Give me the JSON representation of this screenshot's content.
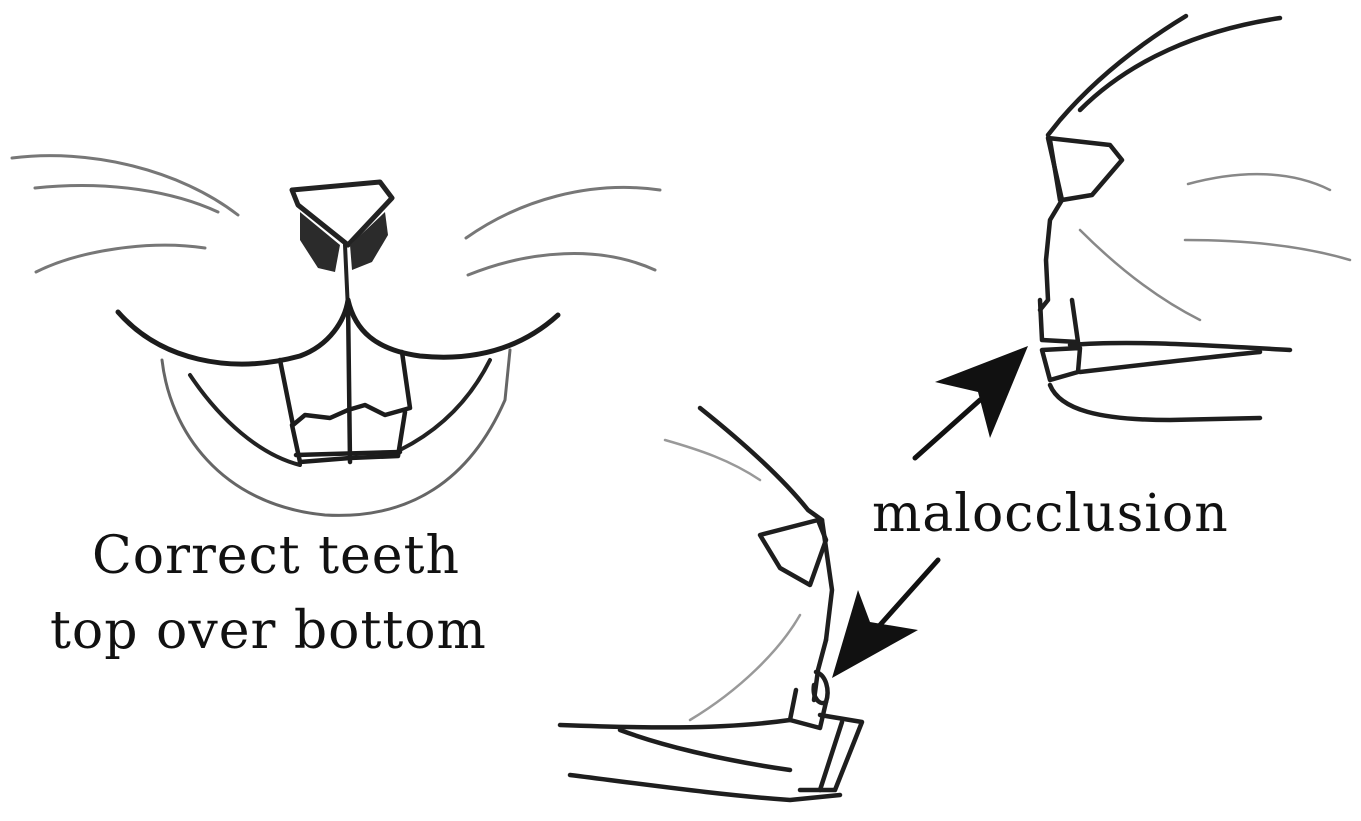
{
  "labels": {
    "correct_line1": "Correct teeth",
    "correct_line2": "top over bottom",
    "malocclusion": "malocclusion"
  },
  "colors": {
    "ink": "#222222",
    "light_ink": "#8a8a8a",
    "background": "#ffffff"
  }
}
